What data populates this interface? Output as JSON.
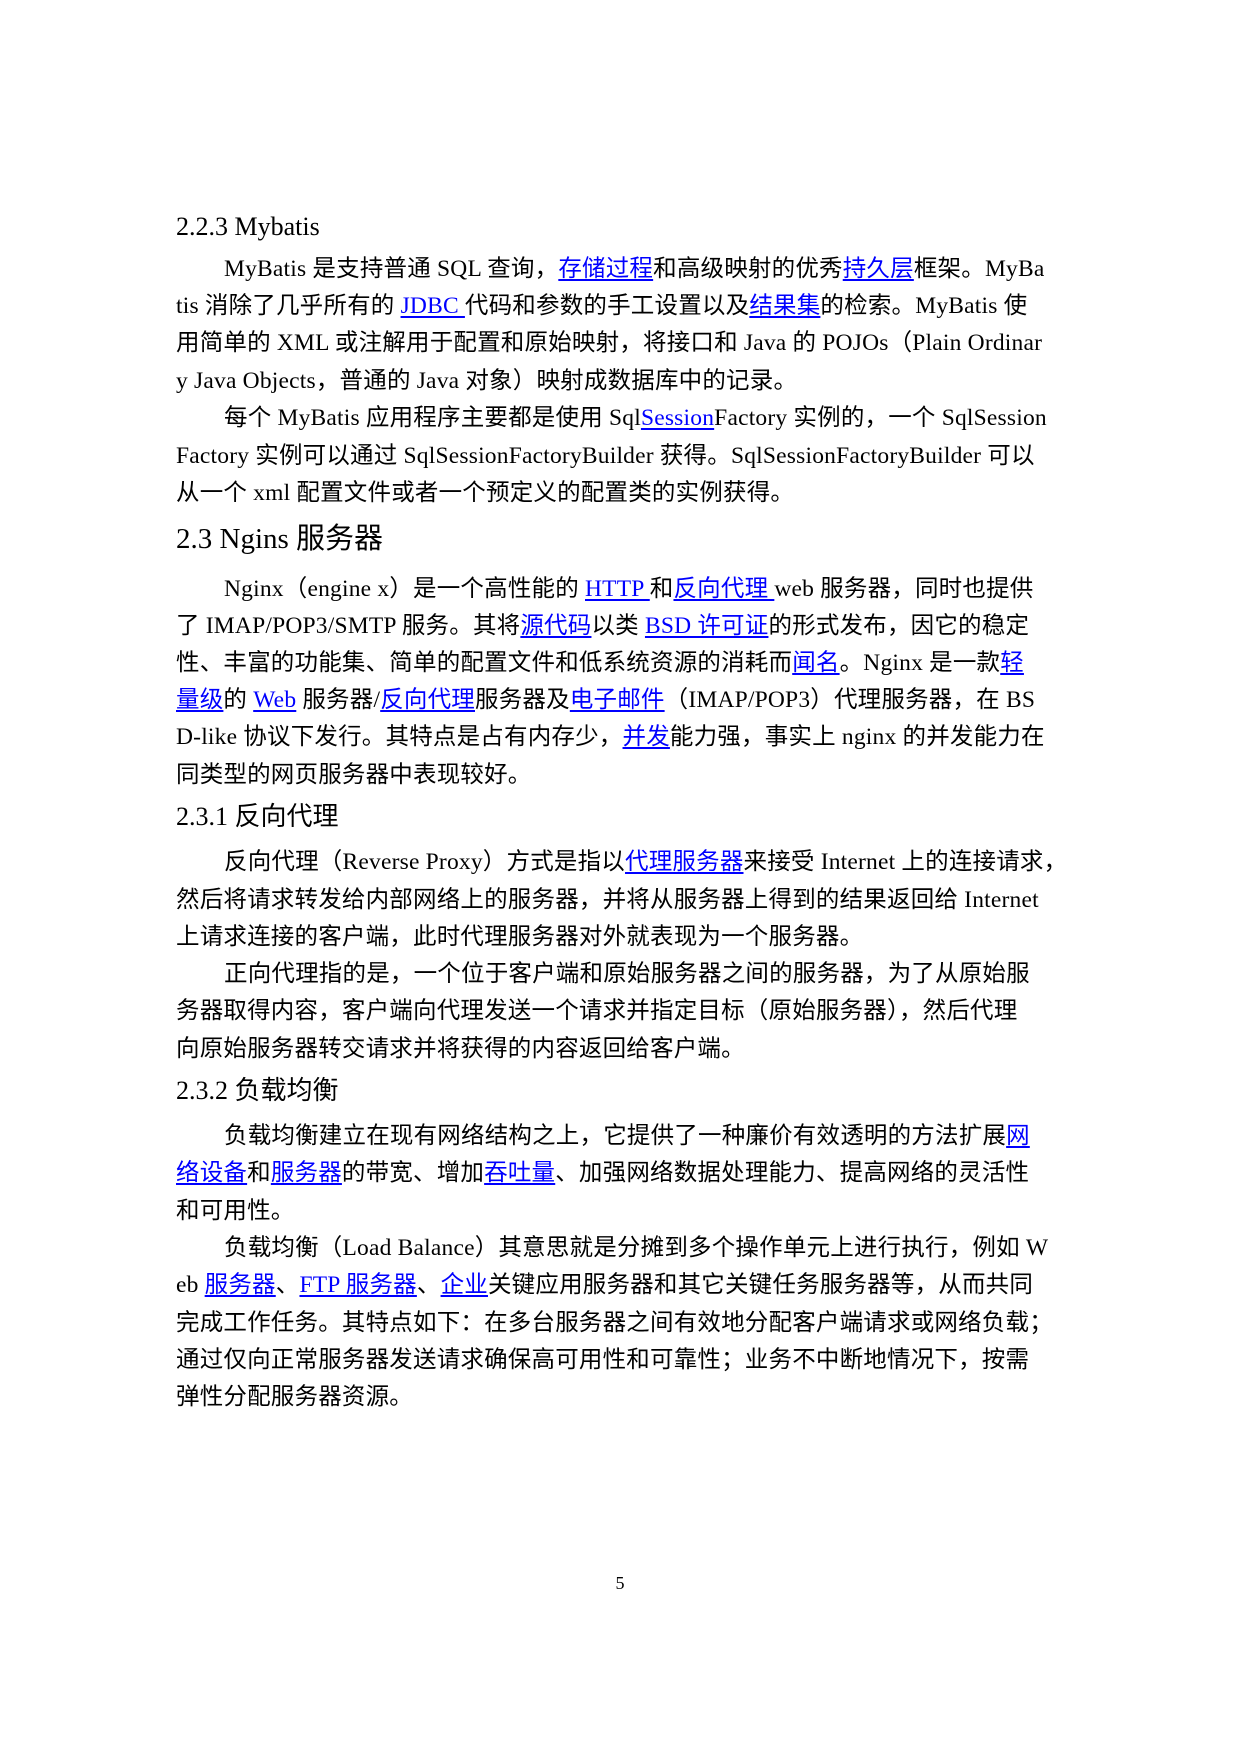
{
  "page": {
    "page_number": "5",
    "link_color": "#0000ff",
    "text_color": "#000000"
  },
  "sections": {
    "mybatis": {
      "heading": "2.2.3 Mybatis",
      "p1": {
        "l1": [
          "MyBatis 是支持普通 SQL 查询，",
          {
            "link": "存储过程"
          },
          "和高级映射的优秀",
          {
            "link": "持久层"
          },
          "框架。MyBa"
        ],
        "l1_t0": "MyBatis 是支持普通 SQL 查询，",
        "l1_a0": "存储过程",
        "l1_t1": "和高级映射的优秀",
        "l1_a1": "持久层",
        "l1_t2": "框架。MyBa",
        "l2_t0": "tis 消除了几乎所有的 ",
        "l2_a0": "JDBC ",
        "l2_t1": "代码和参数的手工设置以及",
        "l2_a1": "结果集",
        "l2_t2": "的检索。MyBatis 使",
        "l3": "用简单的 XML 或注解用于配置和原始映射，将接口和 Java 的 POJOs（Plain Ordinar",
        "l4": "y Java Objects，普通的 Java 对象）映射成数据库中的记录。"
      },
      "p2": {
        "l1_t0": "每个 MyBatis 应用程序主要都是使用 Sql",
        "l1_a0": "Session",
        "l1_t1": "Factory 实例的，一个 SqlSession",
        "l2": "Factory 实例可以通过 SqlSessionFactoryBuilder 获得。SqlSessionFactoryBuilder 可以",
        "l3": "从一个 xml 配置文件或者一个预定义的配置类的实例获得。"
      }
    },
    "nginx": {
      "heading": "2.3 Ngins 服务器",
      "p1": {
        "l1_t0": "Nginx（engine x）是一个高性能的 ",
        "l1_a0": "HTTP ",
        "l1_t1": "和",
        "l1_a1": "反向代理 ",
        "l1_t2": "web 服务器，同时也提供",
        "l2_t0": "了 IMAP/POP3/SMTP 服务。其将",
        "l2_a0": "源代码",
        "l2_t1": "以类 ",
        "l2_a1": "BSD 许可证",
        "l2_t2": "的形式发布，因它的稳定",
        "l3_t0": "性、丰富的功能集、简单的配置文件和低系统资源的消耗而",
        "l3_a0": "闻名",
        "l3_t1": "。Nginx 是一款",
        "l3_a1": "轻",
        "l4_a0": "量级",
        "l4_t0": "的 ",
        "l4_a1": "Web",
        "l4_t1": " 服务器/",
        "l4_a2": "反向代理",
        "l4_t2": "服务器及",
        "l4_a3": "电子邮件",
        "l4_t3": "（IMAP/POP3）代理服务器，在 BS",
        "l5_t0": "D-like 协议下发行。其特点是占有内存少，",
        "l5_a0": "并发",
        "l5_t1": "能力强，事实上 nginx 的并发能力在",
        "l6": "同类型的网页服务器中表现较好。"
      }
    },
    "reverse_proxy": {
      "heading": "2.3.1 反向代理",
      "p1": {
        "l1_t0": "反向代理（Reverse Proxy）方式是指以",
        "l1_a0": "代理服务器",
        "l1_t1": "来接受 Internet 上的连接请求，",
        "l2": "然后将请求转发给内部网络上的服务器，并将从服务器上得到的结果返回给 Internet",
        "l3": "上请求连接的客户端，此时代理服务器对外就表现为一个服务器。"
      },
      "p2": {
        "l1": "正向代理指的是，一个位于客户端和原始服务器之间的服务器，为了从原始服",
        "l2": "务器取得内容，客户端向代理发送一个请求并指定目标（原始服务器），然后代理",
        "l3": "向原始服务器转交请求并将获得的内容返回给客户端。"
      }
    },
    "load_balance": {
      "heading": "2.3.2 负载均衡",
      "p1": {
        "l1_t0": "负载均衡建立在现有网络结构之上，它提供了一种廉价有效透明的方法扩展",
        "l1_a0": "网",
        "l2_a0": "络设备",
        "l2_t0": "和",
        "l2_a1": "服务器",
        "l2_t1": "的带宽、增加",
        "l2_a2": "吞吐量",
        "l2_t2": "、加强网络数据处理能力、提高网络的灵活性",
        "l3": "和可用性。"
      },
      "p2": {
        "l1": "负载均衡（Load Balance）其意思就是分摊到多个操作单元上进行执行，例如 W",
        "l2_t0": "eb ",
        "l2_a0": "服务器",
        "l2_t1": "、",
        "l2_a1": "FTP 服务器",
        "l2_t2": "、",
        "l2_a2": "企业",
        "l2_t3": "关键应用服务器和其它关键任务服务器等，从而共同",
        "l3": "完成工作任务。其特点如下：在多台服务器之间有效地分配客户端请求或网络负载；",
        "l4": "通过仅向正常服务器发送请求确保高可用性和可靠性；业务不中断地情况下，按需",
        "l5": "弹性分配服务器资源。"
      }
    }
  }
}
